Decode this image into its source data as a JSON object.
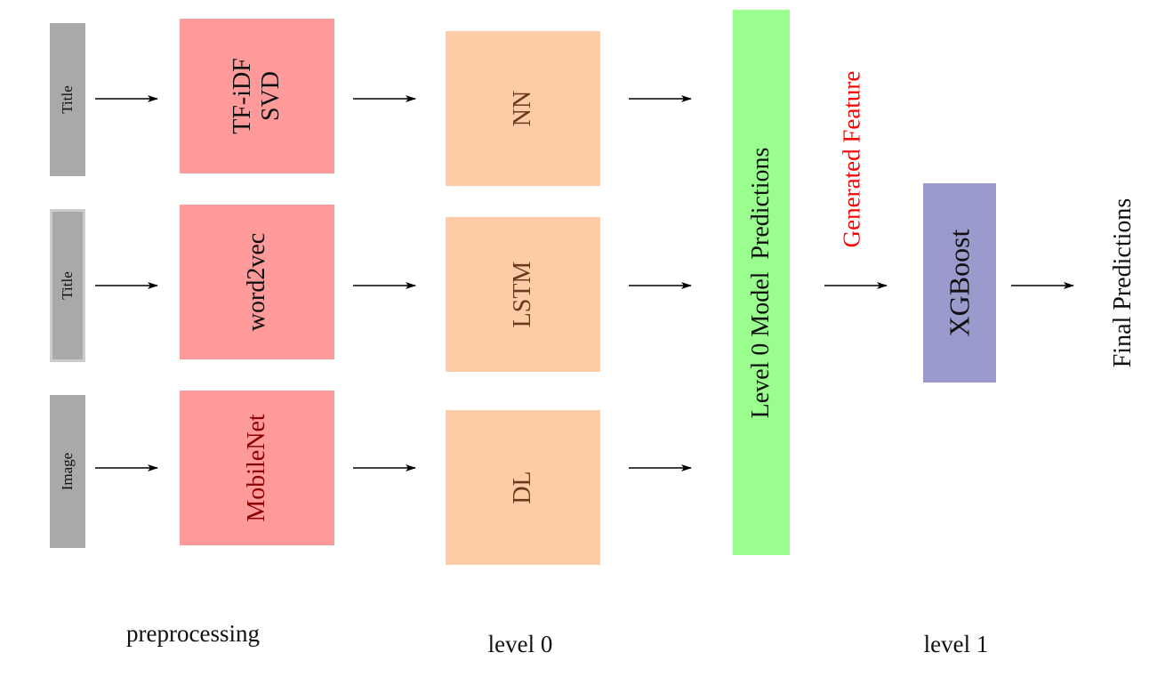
{
  "inputs": [
    {
      "label": "Title"
    },
    {
      "label": "Title"
    },
    {
      "label": "Image"
    }
  ],
  "preprocessing": [
    {
      "line1": "TF-iDF",
      "line2": "SVD"
    },
    {
      "line1": "word2vec"
    },
    {
      "line1": "MobileNet"
    }
  ],
  "level0_models": [
    {
      "label": "NN"
    },
    {
      "label": "LSTM"
    },
    {
      "label": "DL"
    }
  ],
  "level0_predictions": "Level 0 Model  Predictions",
  "generated_feature": "Generated Feature",
  "level1_model": "XGBoost",
  "final_predictions": "Final Predictions",
  "stage_labels": {
    "preprocessing": "preprocessing",
    "level0": "level 0",
    "level1": "level 1"
  },
  "colors": {
    "input_bar": "#a9a9a9",
    "preprocessing_box": "#fe9a9a",
    "level0_box": "#fdcba6",
    "level0_text": "#6a3a1c",
    "mobilenet_text": "#8b0000",
    "predictions_bar": "#99fe8e",
    "xgboost_box": "#9a9bcc",
    "generated_feature_text": "#ff0000"
  }
}
